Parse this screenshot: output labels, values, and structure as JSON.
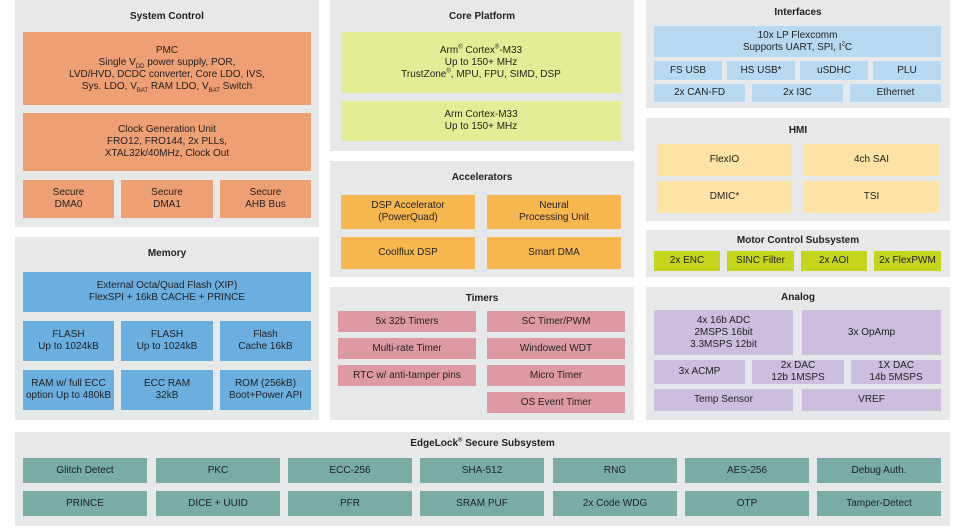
{
  "system_control": {
    "title": "System Control",
    "pmc": {
      "title": "PMC",
      "l1a": "Single V",
      "l1sub": "DD",
      "l1b": " power supply, POR,",
      "l2": "LVD/HVD, DCDC converter, Core LDO, IVS,",
      "l3a": "Sys. LDO, V",
      "l3sub1": "BAT",
      "l3b": " RAM LDO, V",
      "l3sub2": "BAT",
      "l3c": " Switch"
    },
    "clock": {
      "l1": "Clock Generation Unit",
      "l2": "FRO12, FRO144, 2x PLLs,",
      "l3": "XTAL32k/40MHz, Clock Out"
    },
    "dma0": {
      "l1": "Secure",
      "l2": "DMA0"
    },
    "dma1": {
      "l1": "Secure",
      "l2": "DMA1"
    },
    "ahb": {
      "l1": "Secure",
      "l2": "AHB Bus"
    }
  },
  "memory": {
    "title": "Memory",
    "ext_flash": {
      "l1": "External Octa/Quad Flash (XIP)",
      "l2": "FlexSPI + 16kB CACHE + PRINCE"
    },
    "flash1": {
      "l1": "FLASH",
      "l2": "Up to 1024kB"
    },
    "flash2": {
      "l1": "FLASH",
      "l2": "Up to 1024kB"
    },
    "flash_cache": {
      "l1": "Flash",
      "l2": "Cache 16kB"
    },
    "ram": {
      "l1": "RAM w/ full ECC",
      "l2": "option Up to 480kB"
    },
    "ecc_ram": {
      "l1": "ECC RAM",
      "l2": "32kB"
    },
    "rom": {
      "l1": "ROM (256kB)",
      "l2": "Boot+Power API"
    }
  },
  "core_platform": {
    "title": "Core Platform",
    "core1": {
      "l1a": "Arm",
      "l1sup1": "®",
      "l1b": " Cortex",
      "l1sup2": "®",
      "l1c": "-M33",
      "l2": "Up to 150+  MHz",
      "l3a": "TrustZone",
      "l3sup": "®",
      "l3b": ", MPU, FPU, SIMD, DSP"
    },
    "core2": {
      "l1": "Arm Cortex-M33",
      "l2": "Up to 150+  MHz"
    }
  },
  "accelerators": {
    "title": "Accelerators",
    "dsp": {
      "l1": "DSP Accelerator",
      "l2": "(PowerQuad)"
    },
    "npu": {
      "l1": "Neural",
      "l2": "Processing Unit"
    },
    "coolflux": "Coolflux DSP",
    "smart_dma": "Smart DMA"
  },
  "timers": {
    "title": "Timers",
    "items": [
      "5x 32b Timers",
      "SC Timer/PWM",
      "Multi-rate Timer",
      "Windowed WDT",
      "RTC w/ anti-tamper pins",
      "Micro Timer",
      "OS Event Timer"
    ]
  },
  "interfaces": {
    "title": "Interfaces",
    "flexcomm": {
      "l1": "10x LP Flexcomm",
      "l2a": "Supports UART, SPI, I",
      "l2sup": "2",
      "l2b": "C"
    },
    "row1": [
      "FS USB",
      "HS USB*",
      "uSDHC",
      "PLU"
    ],
    "row2": [
      "2x CAN-FD",
      "2x I3C",
      "Ethernet"
    ]
  },
  "hmi": {
    "title": "HMI",
    "items": [
      "FlexIO",
      "4ch SAI",
      "DMIC*",
      "TSI"
    ]
  },
  "motor": {
    "title": "Motor Control Subsystem",
    "items": [
      "2x ENC",
      "SINC Filter",
      "2x AOI",
      "2x FlexPWM"
    ]
  },
  "analog": {
    "title": "Analog",
    "adc": {
      "l1": "4x 16b ADC",
      "l2": "2MSPS 16bit",
      "l3": "3.3MSPS 12bit"
    },
    "opamp": "3x OpAmp",
    "acmp": "3x ACMP",
    "dac2": {
      "l1": "2x DAC",
      "l2": "12b 1MSPS"
    },
    "dac1": {
      "l1": "1X DAC",
      "l2": "14b 5MSPS"
    },
    "temp": "Temp Sensor",
    "vref": "VREF"
  },
  "edgelock": {
    "title_a": "EdgeLock",
    "title_sup": "®",
    "title_b": " Secure Subsystem",
    "row1": [
      "Glitch Detect",
      "PKC",
      "ECC-256",
      "SHA-512",
      "RNG",
      "AES-256",
      "Debug Auth."
    ],
    "row2": [
      "PRINCE",
      "DICE + UUID",
      "PFR",
      "SRAM PUF",
      "2x Code WDG",
      "OTP",
      "Tamper-Detect"
    ]
  },
  "colors": {
    "section_bg": "#e7e8e9",
    "orange": "#ef9f74",
    "yellow": "#e5ec96",
    "gold": "#f7b74e",
    "pink": "#dd9aa2",
    "blue": "#6baee0",
    "light_blue": "#b7d9f1",
    "cream": "#fde3a5",
    "lime": "#c5d51c",
    "lavender": "#ccbedf",
    "teal": "#79aca4"
  }
}
